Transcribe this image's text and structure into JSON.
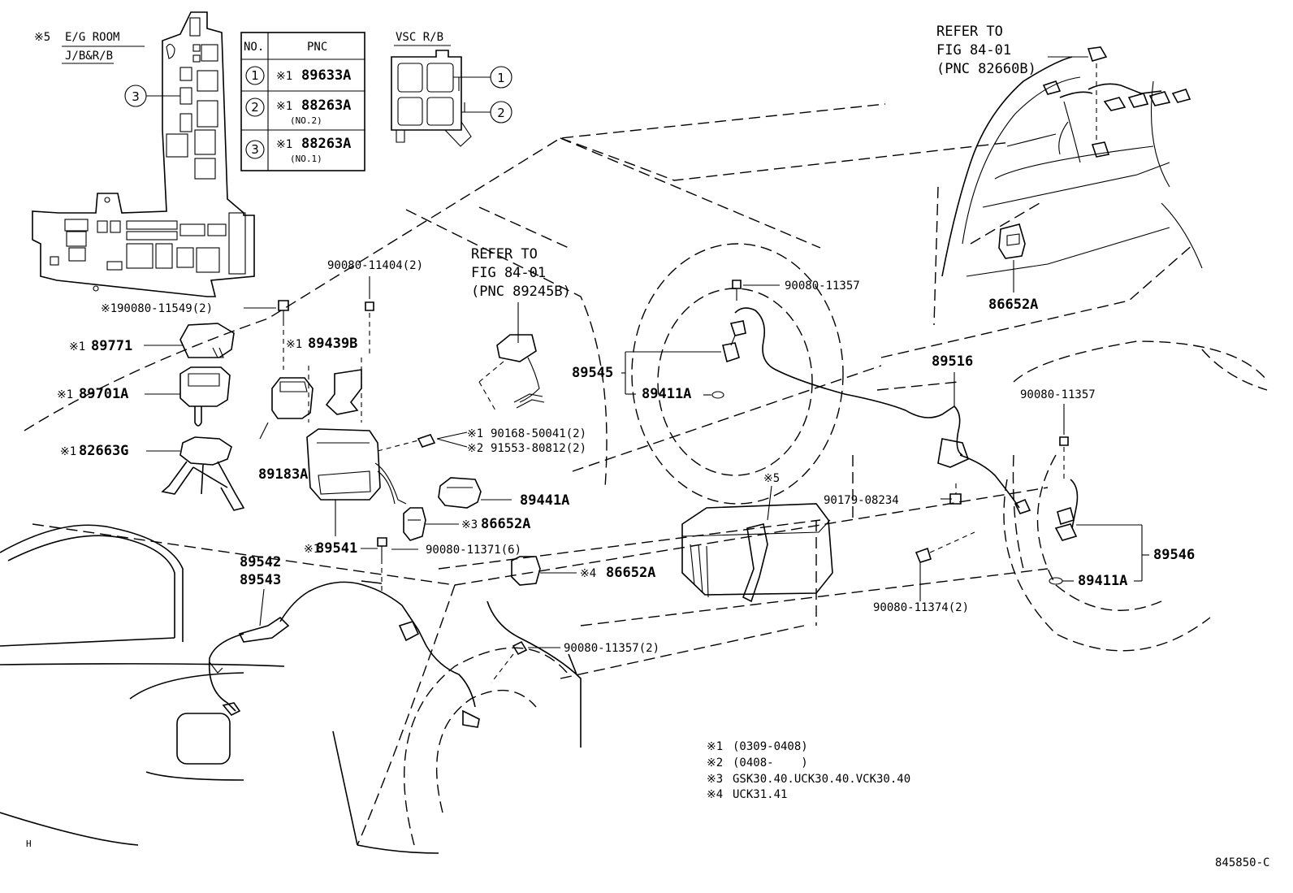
{
  "relay_block": {
    "note_mark": "※5",
    "title_line1": "E/G ROOM",
    "title_line2": "J/B&R/B"
  },
  "pnc_table": {
    "header_no": "NO.",
    "header_pnc": "PNC",
    "rows": [
      {
        "no": "1",
        "mark": "※1",
        "pnc": "89633A",
        "sub": ""
      },
      {
        "no": "2",
        "mark": "※1",
        "pnc": "88263A",
        "sub": "(NO.2)"
      },
      {
        "no": "3",
        "mark": "※1",
        "pnc": "88263A",
        "sub": "(NO.1)"
      }
    ]
  },
  "vsc_rb": {
    "title": "VSC R/B",
    "callout_1": "1",
    "callout_2": "2"
  },
  "block_callout": "3",
  "references": {
    "ecu": {
      "line1": "REFER TO",
      "line2": "FIG 84-01",
      "line3": "(PNC 89245B)"
    },
    "harness": {
      "line1": "REFER TO",
      "line2": "FIG 84-01",
      "line3": "(PNC 82660B)"
    }
  },
  "parts": {
    "bolt_90080_11549": {
      "mark": "※1",
      "code": "90080-11549(2)"
    },
    "bolt_90080_11404": "90080-11404(2)",
    "cover_89771": {
      "mark": "※1",
      "code": "89771"
    },
    "relay_89701A": {
      "mark": "※1",
      "code": "89701A"
    },
    "bracket_82663G": {
      "mark": "※1",
      "code": "82663G"
    },
    "bracket_89439B": {
      "mark": "※1",
      "code": "89439B"
    },
    "relay_89183A": "89183A",
    "screw_90168": {
      "mark": "※1",
      "code": "90168-50041(2)"
    },
    "screw_91553": {
      "mark": "※2",
      "code": "91553-80812(2)"
    },
    "relay_89441A": "89441A",
    "relay_86652A_3": {
      "mark": "※3",
      "code": "86652A"
    },
    "ecu_89541": {
      "mark": "※1",
      "code": "89541"
    },
    "bolt_90080_11371": "90080-11371(6)",
    "relay_86652A_4": {
      "mark": "※4",
      "code": "86652A"
    },
    "sensor_89542": "89542",
    "sensor_89543": "89543",
    "bolt_90080_11357_2": "90080-11357(2)",
    "bolt_90080_11357_a": "90080-11357",
    "sensor_89545": "89545",
    "rotor_89411A_front": "89411A",
    "harness_89516": "89516",
    "bolt_90080_11357_b": "90080-11357",
    "battery_mark": "※5",
    "nut_90179": "90179-08234",
    "sensor_89546": "89546",
    "rotor_89411A_rear": "89411A",
    "bolt_90080_11374": "90080-11374(2)",
    "relay_86652A_top": "86652A"
  },
  "notes": [
    {
      "mark": "※1",
      "text": "(0309-0408)"
    },
    {
      "mark": "※2",
      "text": "(0408-    )"
    },
    {
      "mark": "※3",
      "text": "GSK30.40.UCK30.40.VCK30.40"
    },
    {
      "mark": "※4",
      "text": "UCK31.41"
    }
  ],
  "corner_mark": "H",
  "figure_id": "845850-C"
}
